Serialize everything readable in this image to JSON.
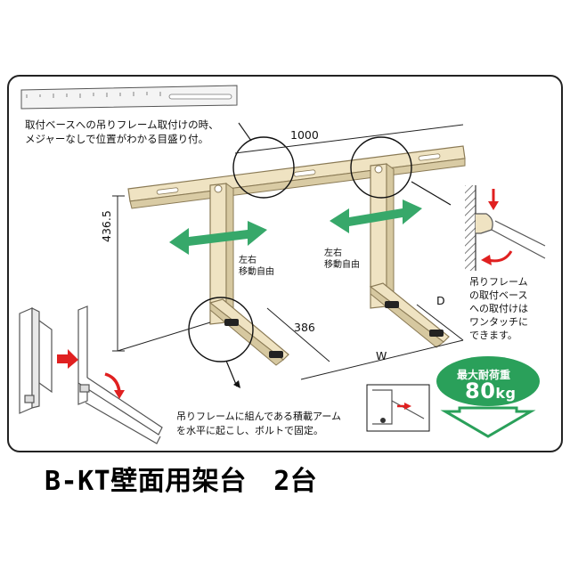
{
  "scale_caption_line1": "取付ベースへの吊りフレーム取付けの時、",
  "scale_caption_line2": "メジャーなしで位置がわかる目盛り付。",
  "dim_width": "1000",
  "dim_height": "436.5",
  "dim_arm": "386",
  "dim_d": "D",
  "dim_w": "W",
  "move_label_left_1": "左右",
  "move_label_left_2": "移動自由",
  "move_label_right_1": "左右",
  "move_label_right_2": "移動自由",
  "right_note": [
    "吊りフレーム",
    "の取付ベース",
    "への取付けは",
    "ワンタッチに",
    "できます。"
  ],
  "bottom_note_1": "吊りフレームに組んである積載アーム",
  "bottom_note_2": "を水平に起こし、ボルトで固定。",
  "load_badge_label": "最大耐荷重",
  "load_badge_value": "80",
  "load_badge_unit": "kg",
  "product_title": "B-KT壁面用架台　2台",
  "colors": {
    "bracket": "#efe3c2",
    "bracket_edge": "#8a7a55",
    "arrow_green": "#37a86a",
    "arrow_red": "#e02020",
    "badge_green": "#2aa05a"
  }
}
